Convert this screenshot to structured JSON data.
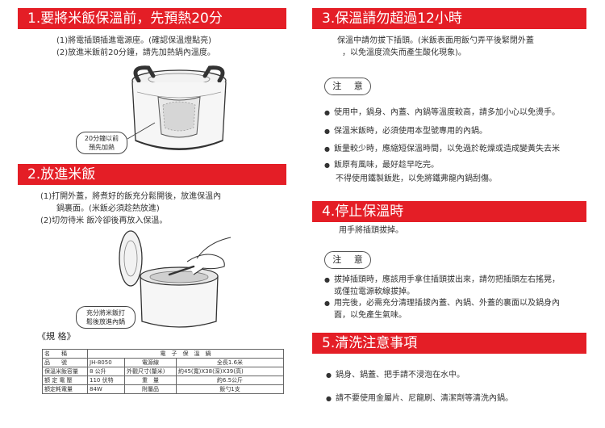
{
  "section1": {
    "title": "1.要將米飯保溫前，先預熱20分",
    "line1": "(1)將電插頭插進電源座。(確認保溫燈點亮)",
    "line2": "(2)放進米飯前20分鐘，請先加熱鍋內溫度。",
    "callout": [
      "20分鐘以前",
      "預先加熱"
    ]
  },
  "section2": {
    "title": "2.放進米飯",
    "line1": "(1)打開外蓋，將煮好的飯充分鬆開後，放進保溫內",
    "line2": "鍋裏面。(米飯必須趁熱放進)",
    "line3": "(2)切勿待米 飯冷卻後再放入保溫。",
    "callout": [
      "充分將米飯打",
      "鬆後放進內鍋"
    ]
  },
  "spec": {
    "title": "《規 格》",
    "rows": [
      [
        "名　　稱",
        "電　子　保　溫　鍋"
      ],
      [
        "品　　號",
        "JH-8050",
        "電源線",
        "全長1.6米"
      ],
      [
        "保溫米飯容量",
        "8 公升",
        "外觀尺寸(釐米)",
        "約45(寬)X38(深)X39(高)"
      ],
      [
        "額 定 電 壓",
        "110 伏特",
        "重　量",
        "約6.5公斤"
      ],
      [
        "額定耗電量",
        "84W",
        "附屬品",
        "飯勺1支"
      ]
    ]
  },
  "section3": {
    "title": "3.保溫請勿超過12小時",
    "line1": "保溫中請勿拔下插頭。(米飯表面用飯勺弄平後緊閉外蓋",
    "line2": "，以免溫度流失而產生酸化現象)。",
    "note": "注 意",
    "bullets": [
      "使用中，鍋身、內蓋、內鍋等溫度較高，請多加小心以免燙手。",
      "保溫米飯時，必須使用本型號專用的內鍋。",
      "飯量較少時，應縮短保溫時間，以免過於乾燥或造成變黃失去米",
      "飯原有風味，最好趁早吃完。"
    ],
    "plain": "不得使用鐵製飯匙，以免將鐵弗龍內鍋刮傷。"
  },
  "section4": {
    "title": "4.停止保溫時",
    "line1": "用手將插頭拔掉。",
    "note": "注 意",
    "bullet1": [
      "拔掉插頭時，應該用手拿住插頭拔出來，請勿把插頭左右搖晃，",
      "或僅拉電源軟線拔掉。"
    ],
    "bullet2": [
      "用完後，必需充分清理插拔內蓋、內鍋、外蓋的裏面以及鍋身內",
      "面，以免產生氣味。"
    ]
  },
  "section5": {
    "title": "5.清洗注意事項",
    "bullet1": "鍋身、鍋蓋、把手請不浸泡在水中。",
    "bullet2": "請不要使用金屬片、尼龍刷、清潔劑等清洗內鍋。"
  },
  "colors": {
    "accent": "#e41e26",
    "text": "#333333"
  }
}
